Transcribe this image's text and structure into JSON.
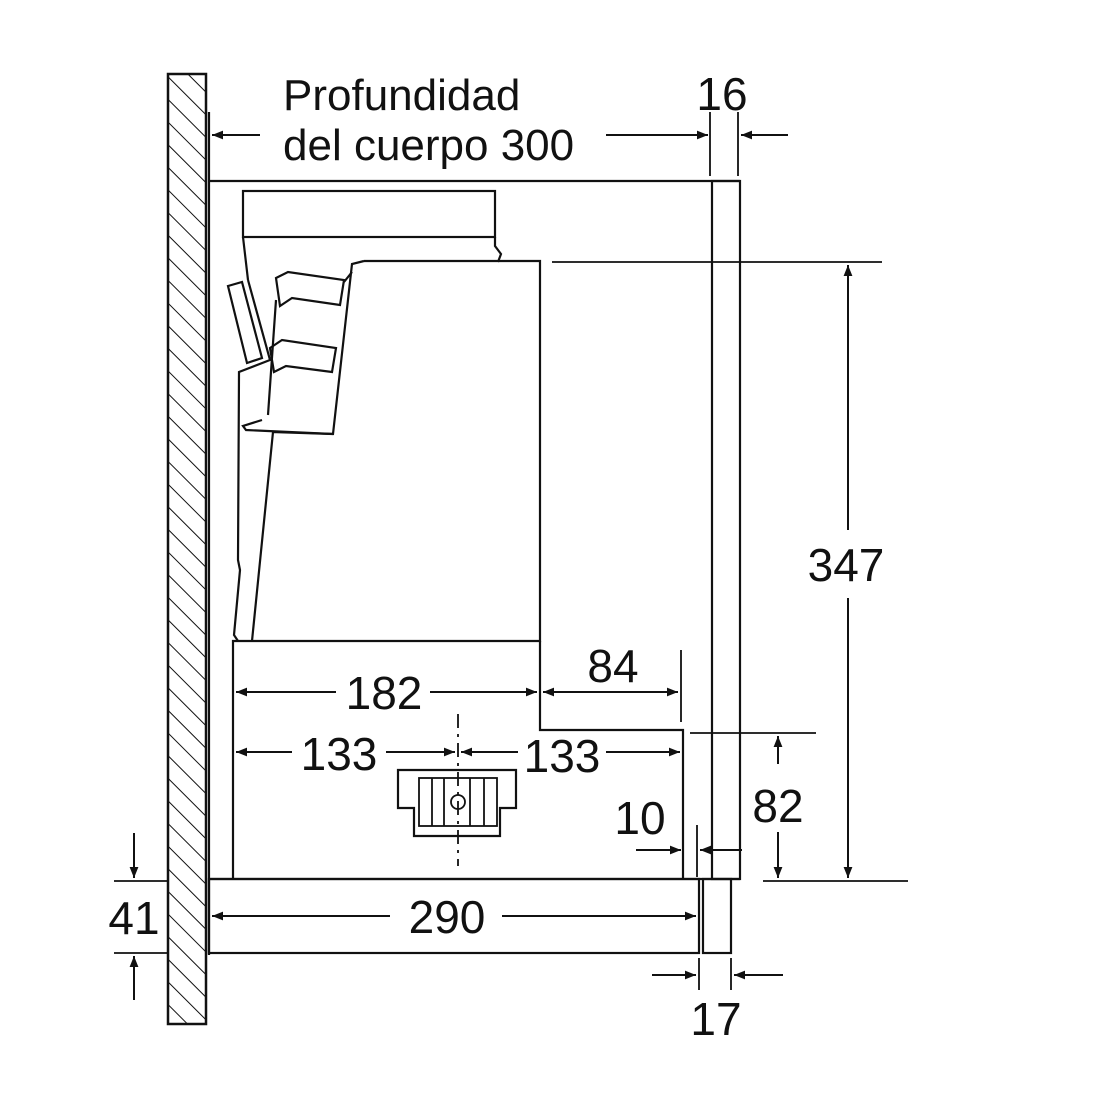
{
  "title": {
    "line1": "Profundidad",
    "line2": "del cuerpo 300"
  },
  "dimensions": {
    "d16": "16",
    "d347": "347",
    "d182": "182",
    "d84": "84",
    "d133_left": "133",
    "d133_right": "133",
    "d82": "82",
    "d10": "10",
    "d41": "41",
    "d290": "290",
    "d17": "17"
  }
}
